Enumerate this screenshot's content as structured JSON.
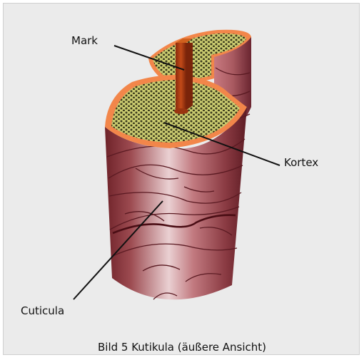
{
  "labels": {
    "mark": "Mark",
    "kortex": "Kortex",
    "cuticula": "Cuticula"
  },
  "caption": "Bild 5 Kutikula (äußere Ansicht)",
  "colors": {
    "background": "#ebebeb",
    "cuticle_dark": "#7d2a32",
    "cuticle_mid": "#b96a6f",
    "cuticle_light": "#ead0d2",
    "cortex_fill": "#c5c66a",
    "cortex_dots": "#3a3a1c",
    "rim_orange": "#f2864a",
    "medulla": "#a63a12",
    "scale_lines": "#5a1a22",
    "leader_lines": "#111111"
  }
}
